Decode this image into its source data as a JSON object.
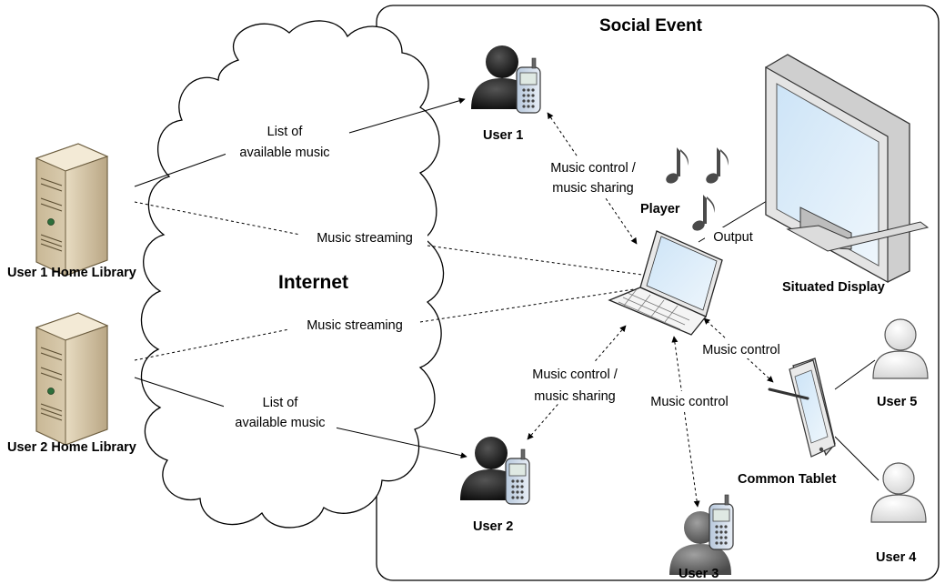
{
  "event_title": "Social Event",
  "cloud_label": "Internet",
  "nodes": {
    "home1": "User 1 Home Library",
    "home2": "User 2 Home Library",
    "user1": "User 1",
    "user2": "User 2",
    "user3": "User 3",
    "user4": "User 4",
    "user5": "User 5",
    "player": "Player",
    "display": "Situated Display",
    "tablet": "Common Tablet"
  },
  "edges": {
    "list1_line1": "List of",
    "list1_line2": "available music",
    "list2_line1": "List of",
    "list2_line2": "available music",
    "stream1": "Music streaming",
    "stream2": "Music streaming",
    "share1_line1": "Music control /",
    "share1_line2": "music sharing",
    "share2_line1": "Music control /",
    "share2_line2": "music sharing",
    "control_tablet": "Music control",
    "control_user3": "Music control",
    "output": "Output"
  },
  "icons": [
    "server-icon",
    "cloud-icon",
    "phone-user-icon",
    "person-icon",
    "laptop-icon",
    "monitor-icon",
    "tablet-icon",
    "music-note-icon"
  ]
}
